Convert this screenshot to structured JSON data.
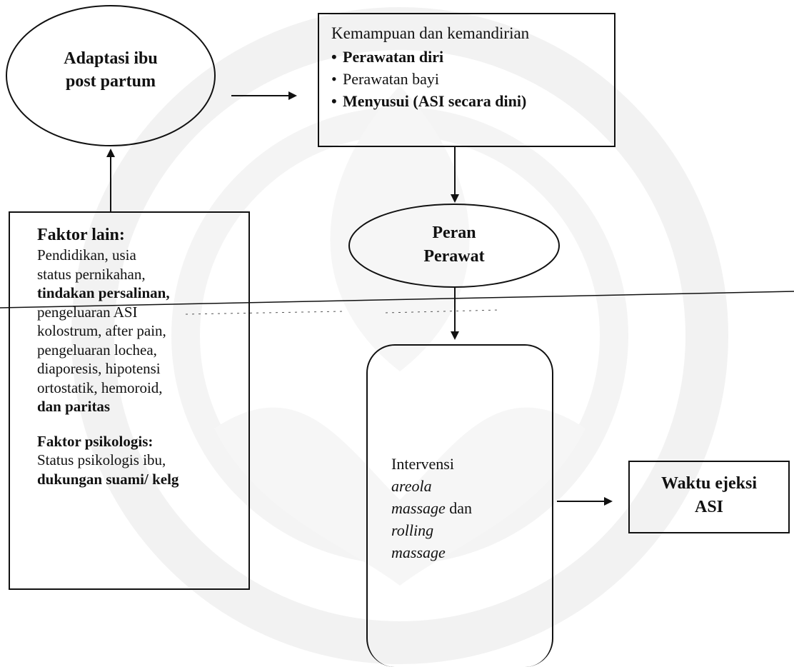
{
  "nodes": {
    "adaptation": {
      "line1": "Adaptasi ibu",
      "line2": "post partum"
    },
    "capability": {
      "title": "Kemampuan dan kemandirian",
      "bullets": [
        "Perawatan diri",
        "Perawatan bayi",
        "Menyusui (ASI secara dini)"
      ]
    },
    "nurse_role": {
      "line1": "Peran",
      "line2": "Perawat"
    },
    "other_factors": {
      "heading": "Faktor lain:",
      "lines": [
        "Pendidikan, usia",
        "status pernikahan,",
        "tindakan persalinan,",
        "pengeluaran ASI",
        "kolostrum, after pain,",
        "pengeluaran lochea,",
        "diaporesis, hipotensi",
        "ortostatik, hemoroid,",
        "dan paritas"
      ],
      "psych_heading": "Faktor psikologis:",
      "psych_lines": [
        "Status psikologis ibu,",
        "dukungan suami/ kelg"
      ]
    },
    "intervention": {
      "line1": "Intervensi",
      "line2": "areola",
      "line3_italic": "massage",
      "line3_rest": " dan",
      "line4": "rolling",
      "line5": "massage"
    },
    "outcome": {
      "line1": "Waktu ejeksi",
      "line2": "ASI"
    }
  },
  "colors": {
    "ink": "#111111",
    "watermark": "#e6e6e6"
  }
}
